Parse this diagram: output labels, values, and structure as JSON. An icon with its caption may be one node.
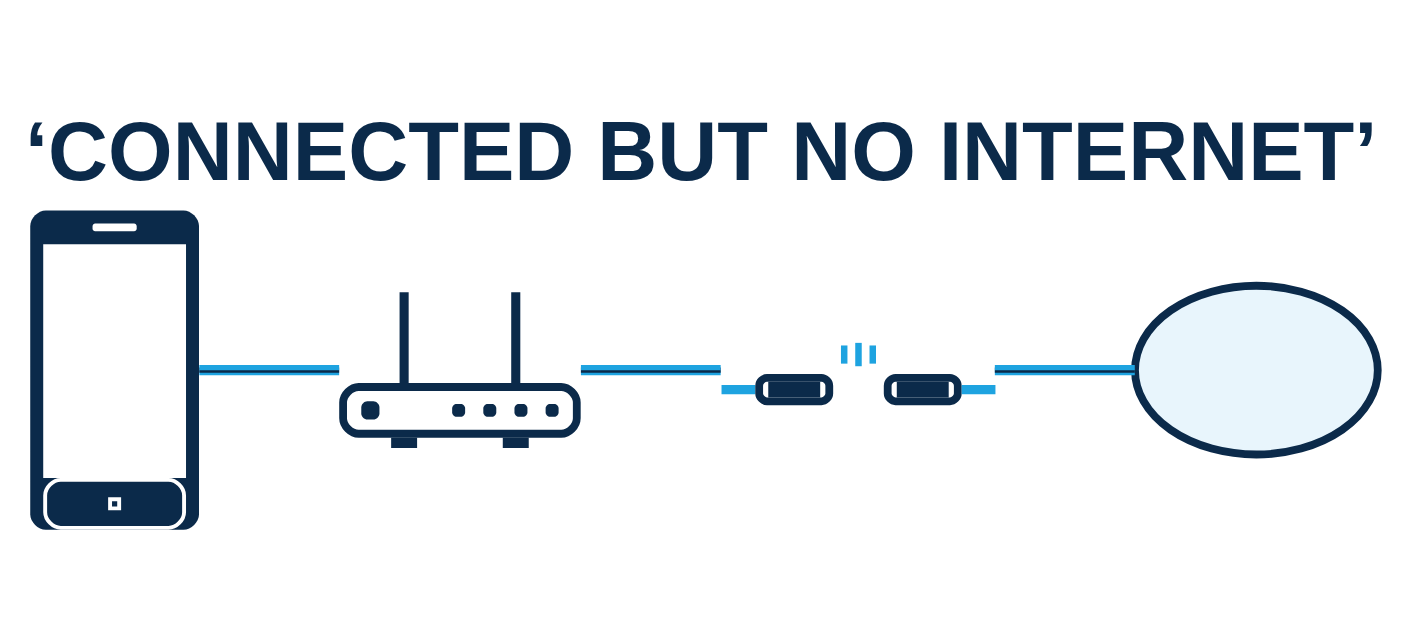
{
  "diagram": {
    "title": "‘CONNECTED BUT NO INTERNET’",
    "nodes": [
      {
        "text": [],
        "shape": "picture"
      },
      {
        "text": [],
        "shape": "picture"
      },
      {
        "text": [],
        "shape": "picture"
      },
      {
        "text": [],
        "shape": "cloud"
      }
    ],
    "edges": [
      {
        "from": 0,
        "to": 1,
        "arrow": "none"
      },
      {
        "from": 1,
        "to": 2,
        "arrow": "none"
      },
      {
        "from": 2,
        "to": 3,
        "arrow": "none"
      }
    ]
  }
}
